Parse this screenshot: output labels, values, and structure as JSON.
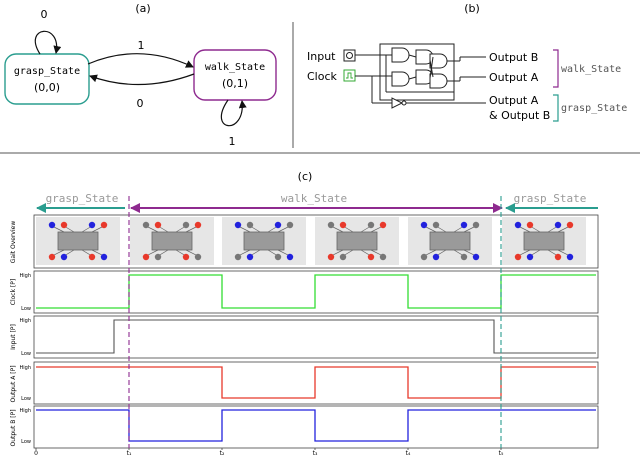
{
  "panels": {
    "a_label": "(a)",
    "b_label": "(b)",
    "c_label": "(c)"
  },
  "state_machine": {
    "grasp_state": {
      "name": "grasp_State",
      "value": "(0,0)",
      "color": "#2a9d8f"
    },
    "walk_state": {
      "name": "walk_State",
      "value": "(0,1)",
      "color": "#8e2a8f"
    },
    "self_loop_grasp_label": "0",
    "to_walk_label": "1",
    "to_grasp_label": "0",
    "self_loop_walk_label": "1"
  },
  "circuit": {
    "input_label": "Input",
    "clock_label": "Clock",
    "output_b": "Output B",
    "output_a": "Output A",
    "output_ab_line1": "Output A",
    "output_ab_line2": "& Output B",
    "walk_bracket_label": "walk_State",
    "grasp_bracket_label": "grasp_State",
    "walk_color": "#8e2a8f",
    "grasp_color": "#2a9d8f",
    "clock_icon_color": "#33aa33"
  },
  "timing": {
    "span_left": "grasp_State",
    "span_middle": "walk_State",
    "span_right": "grasp_State",
    "rows": [
      {
        "ylabel": "Gait Overview"
      },
      {
        "ylabel": "Clock [P]",
        "high": "High",
        "low": "Low",
        "color": "#33dd33"
      },
      {
        "ylabel": "Input [P]",
        "high": "High",
        "low": "Low",
        "color": "#555555"
      },
      {
        "ylabel": "Output A [P]",
        "high": "High",
        "low": "Low",
        "color": "#e8392b"
      },
      {
        "ylabel": "Output B [P]",
        "high": "High",
        "low": "Low",
        "color": "#2222dd"
      }
    ],
    "xticks": [
      "0",
      "t₁",
      "t₂",
      "t₃",
      "t₄",
      "t₅"
    ]
  }
}
